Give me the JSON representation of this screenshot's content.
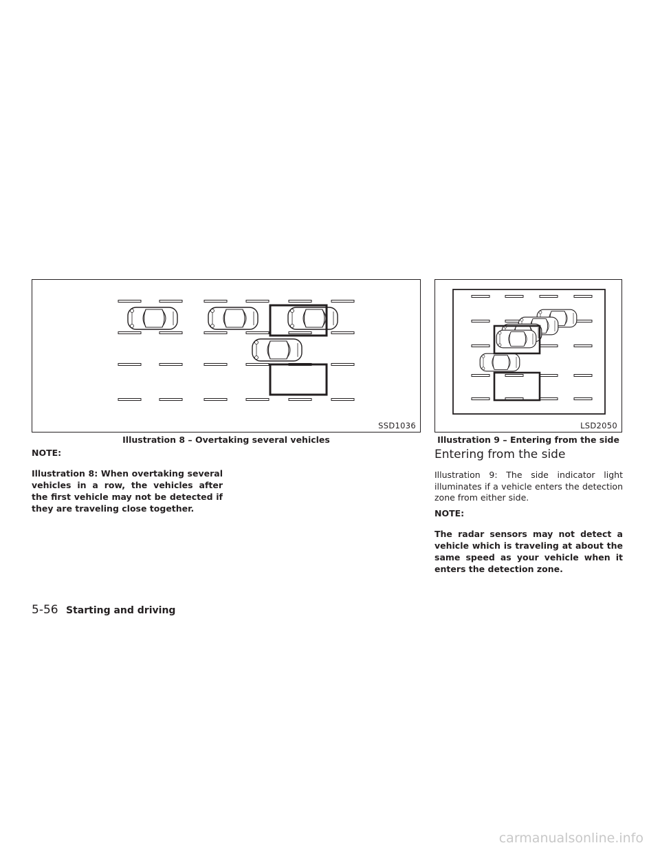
{
  "illustration8": {
    "code": "SSD1036",
    "caption": "Illustration 8 – Overtaking several vehicles"
  },
  "illustration9": {
    "code": "LSD2050",
    "caption": "Illustration 9 – Entering from the side"
  },
  "left_column": {
    "note_label": "NOTE:",
    "note_text": "Illustration 8: When overtaking several vehicles in a row, the vehicles after the first vehicle may not be detected if they are traveling close together."
  },
  "right_column": {
    "heading": "Entering from the side",
    "body": "Illustration 9: The side indicator light illuminates if a vehicle enters the detection zone from either side.",
    "note_label": "NOTE:",
    "note_text": "The radar sensors may not detect a vehicle which is traveling at about the same speed as your vehicle when it enters the detection zone."
  },
  "footer": {
    "page_number": "5-56",
    "section_title": "Starting and driving"
  },
  "watermark": "carmanualsonline.info"
}
